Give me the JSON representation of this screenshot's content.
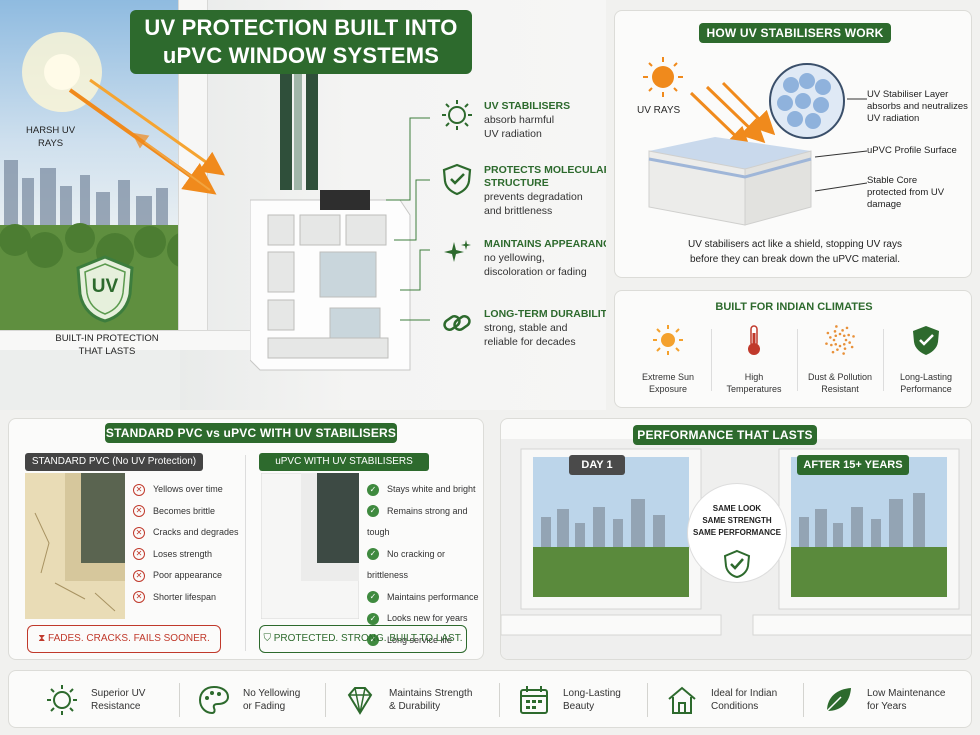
{
  "hero": {
    "title_line1": "UV PROTECTION BUILT INTO",
    "title_line2": "uPVC WINDOW SYSTEMS",
    "harsh_uv": "HARSH UV\nRAYS",
    "badge_text": "UV",
    "badge_caption": "BUILT-IN PROTECTION\nTHAT LASTS",
    "features": [
      {
        "icon": "uv-sun-icon",
        "title": "UV STABILISERS",
        "desc": "absorb harmful\nUV radiation"
      },
      {
        "icon": "shield-check-icon",
        "title": "PROTECTS MOLECULAR\nSTRUCTURE",
        "desc": "prevents degradation\nand brittleness"
      },
      {
        "icon": "sparkle-icon",
        "title": "MAINTAINS APPEARANCE",
        "desc": "no yellowing,\ndiscoloration or fading"
      },
      {
        "icon": "chain-link-icon",
        "title": "LONG-TERM DURABILITY",
        "desc": "strong, stable and\nreliable for decades"
      }
    ]
  },
  "how": {
    "title": "HOW UV STABILISERS WORK",
    "uv_rays": "UV RAYS",
    "labels": [
      "UV Stabiliser Layer\nabsorbs and neutralizes\nUV radiation",
      "uPVC Profile Surface",
      "Stable Core\nprotected from UV\ndamage"
    ],
    "caption": "UV stabilisers act like a shield, stopping UV rays\nbefore they can break down the uPVC material."
  },
  "climate": {
    "title": "BUILT FOR INDIAN CLIMATES",
    "items": [
      {
        "icon": "sun-icon",
        "label": "Extreme Sun\nExposure"
      },
      {
        "icon": "thermometer-icon",
        "label": "High\nTemperatures"
      },
      {
        "icon": "dust-icon",
        "label": "Dust & Pollution\nResistant"
      },
      {
        "icon": "shield-check-icon",
        "label": "Long-Lasting\nPerformance"
      }
    ]
  },
  "compare": {
    "title": "STANDARD PVC vs uPVC WITH UV STABILISERS",
    "left_title": "STANDARD PVC (No UV Protection)",
    "right_title": "uPVC WITH UV STABILISERS",
    "left_items": [
      "Yellows over time",
      "Becomes brittle",
      "Cracks and degrades",
      "Loses strength",
      "Poor appearance",
      "Shorter lifespan"
    ],
    "right_items": [
      "Stays white and bright",
      "Remains strong and tough",
      "No cracking or brittleness",
      "Maintains performance",
      "Looks new for years",
      "Long service life"
    ],
    "left_footer": "FADES. CRACKS. FAILS SOONER.",
    "right_footer": "PROTECTED. STRONG. BUILT TO LAST."
  },
  "performance": {
    "title": "PERFORMANCE THAT LASTS",
    "day1": "DAY 1",
    "after": "AFTER 15+ YEARS",
    "center": "SAME LOOK\nSAME STRENGTH\nSAME PERFORMANCE"
  },
  "strip": [
    {
      "icon": "uv-sun-icon",
      "label": "Superior UV\nResistance"
    },
    {
      "icon": "palette-icon",
      "label": "No Yellowing\nor Fading"
    },
    {
      "icon": "diamond-icon",
      "label": "Maintains Strength\n& Durability"
    },
    {
      "icon": "calendar-icon",
      "label": "Long-Lasting\nBeauty"
    },
    {
      "icon": "house-icon",
      "label": "Ideal for Indian\nConditions"
    },
    {
      "icon": "leaf-icon",
      "label": "Low Maintenance\nfor Years"
    }
  ],
  "colors": {
    "brand_green": "#2d6a2d",
    "warn_red": "#c0392b",
    "uv_orange": "#f08a1c"
  }
}
